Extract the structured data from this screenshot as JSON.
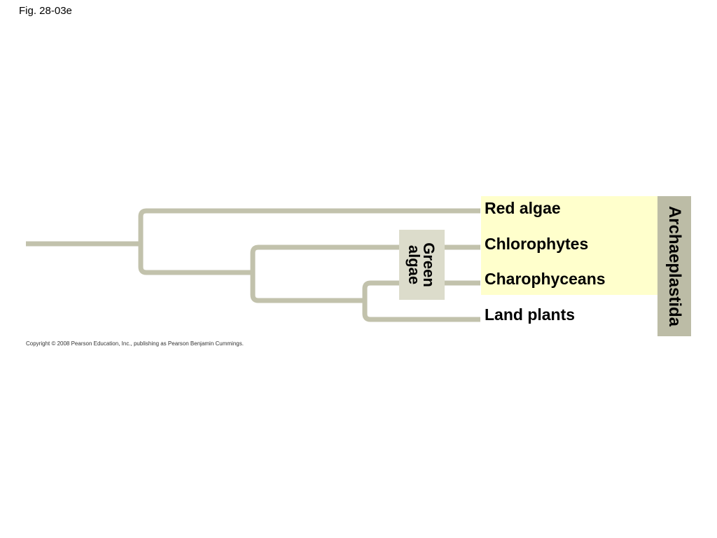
{
  "figure_label": "Fig. 28-03e",
  "taxa": [
    {
      "name": "Red algae"
    },
    {
      "name": "Chlorophytes"
    },
    {
      "name": "Charophyceans"
    },
    {
      "name": "Land plants"
    }
  ],
  "groups": {
    "green_algae": {
      "line1": "Green",
      "line2": "algae"
    },
    "archaeplastida": {
      "label": "Archaeplastida"
    }
  },
  "copyright": "Copyright © 2008 Pearson Education, Inc., publishing as Pearson Benjamin Cummings.",
  "colors": {
    "branch": "#c2c2ac",
    "highlight": "#ffffcc",
    "green_box": "#dcdccb",
    "arch_bar": "#bcbca6"
  }
}
